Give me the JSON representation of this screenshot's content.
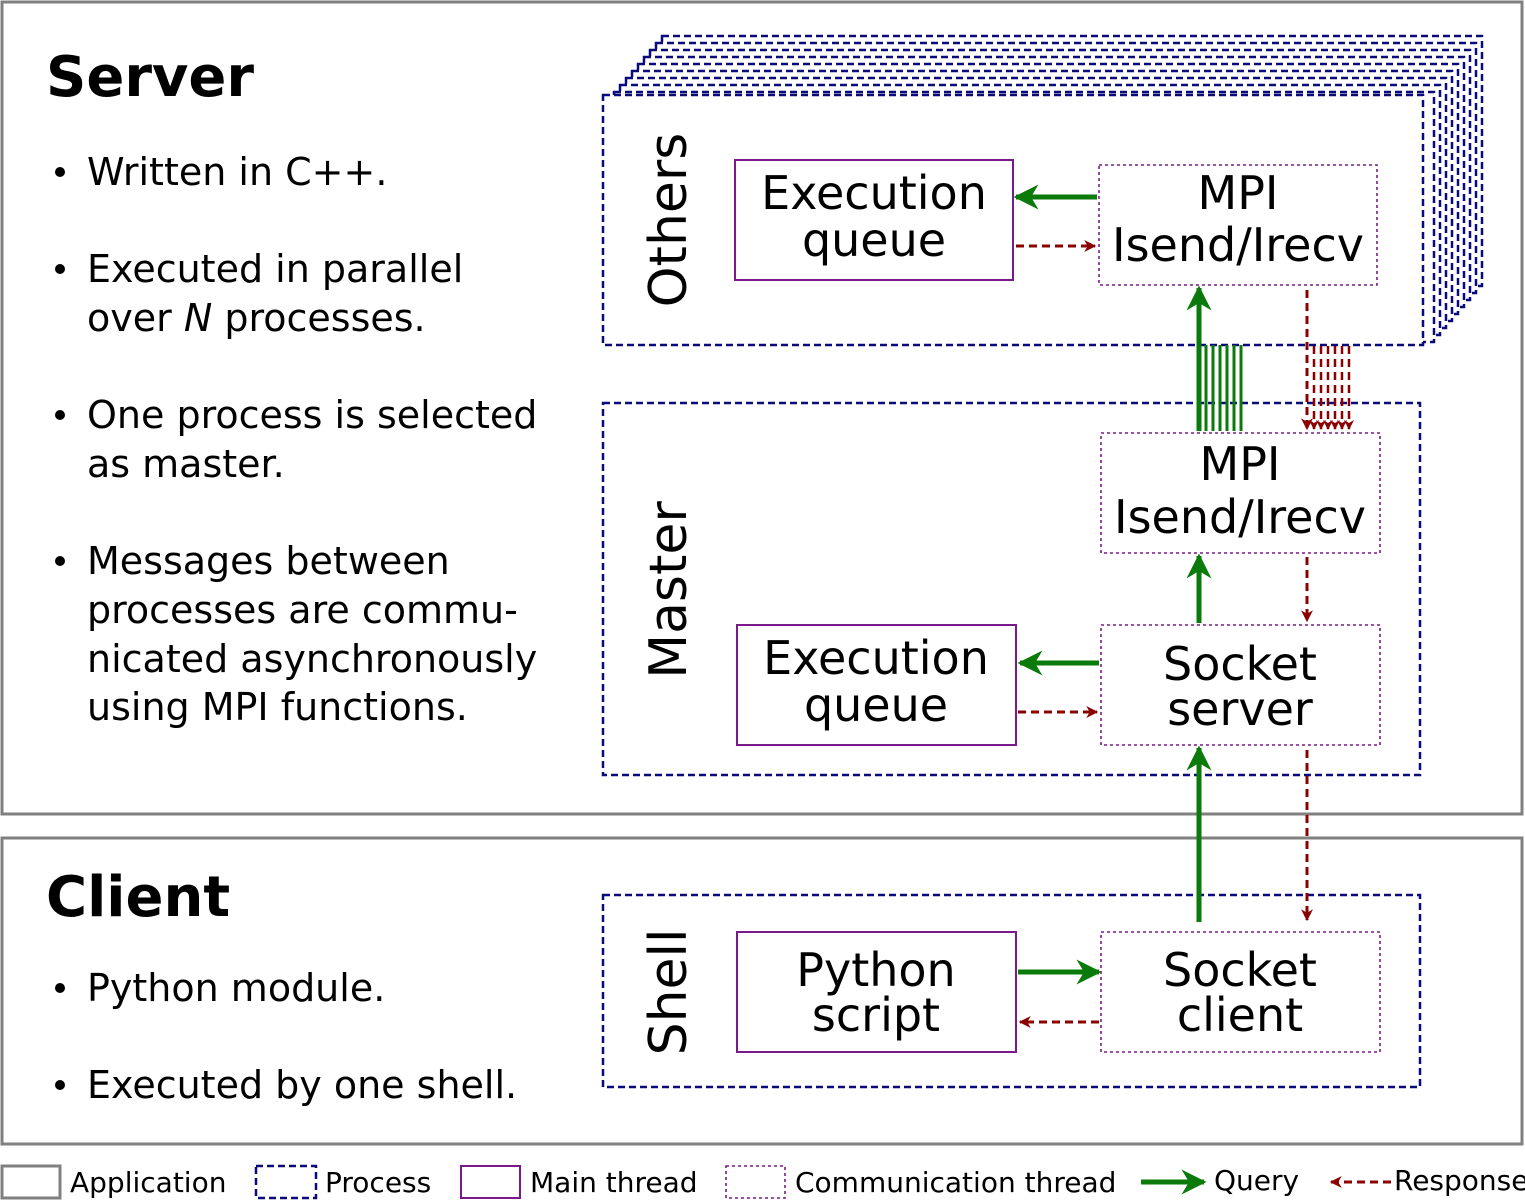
{
  "server": {
    "title": "Server",
    "bullets": [
      [
        "Written in C++."
      ],
      [
        "Executed in parallel",
        "over N processes."
      ],
      [
        "One process is selected",
        "as master."
      ],
      [
        "Messages between",
        "processes are commu-",
        "nicated asynchronously",
        "using MPI functions."
      ]
    ]
  },
  "client": {
    "title": "Client",
    "bullets": [
      [
        "Python module."
      ],
      [
        "Executed by one shell."
      ]
    ]
  },
  "processes": {
    "others": {
      "label": "Others",
      "execution_queue": [
        "Execution",
        "queue"
      ],
      "mpi": [
        "MPI",
        "Isend/Irecv"
      ]
    },
    "master": {
      "label": "Master",
      "mpi": [
        "MPI",
        "Isend/Irecv"
      ],
      "execution_queue": [
        "Execution",
        "queue"
      ],
      "socket_server": [
        "Socket",
        "server"
      ]
    },
    "shell": {
      "label": "Shell",
      "python_script": [
        "Python",
        "script"
      ],
      "socket_client": [
        "Socket",
        "client"
      ]
    }
  },
  "legend": {
    "application": "Application",
    "process": "Process",
    "main_thread": "Main thread",
    "communication_thread": "Communication thread",
    "query": "Query",
    "response": "Response"
  },
  "colors": {
    "query": "#0a7a0a",
    "response": "#8b0000",
    "process_border": "#0a0a7a",
    "thread_border": "#7a1a8a",
    "application_border": "#808080"
  }
}
